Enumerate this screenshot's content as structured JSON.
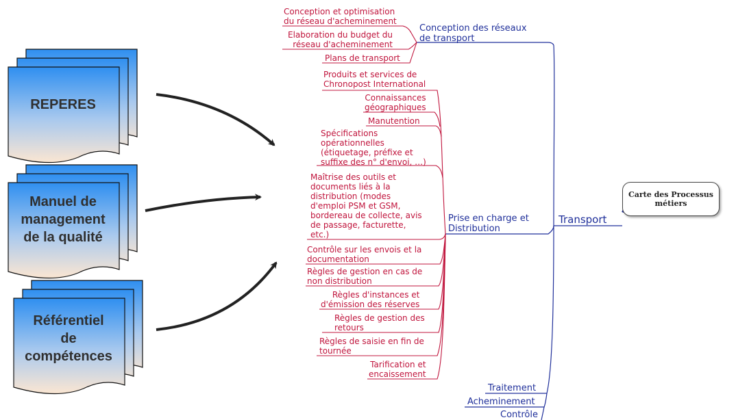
{
  "documents": {
    "reperes": "REPERES",
    "manuel": [
      "Manuel de",
      "management",
      "de la qualité"
    ],
    "referentiel": [
      "Référentiel",
      "de",
      "compétences"
    ]
  },
  "map": {
    "root": [
      "Carte des Processus",
      "métiers"
    ],
    "main_branch": "Transport",
    "conception": {
      "title": [
        "Conception des réseaux",
        "de transport"
      ],
      "children": [
        [
          "Conception et optimisation",
          "du réseau d'acheminement"
        ],
        [
          "Elaboration du budget du",
          "réseau d'acheminement"
        ],
        [
          "Plans de transport"
        ]
      ]
    },
    "prise": {
      "title": [
        "Prise en charge et",
        "Distribution"
      ],
      "children": [
        [
          "Produits et services de",
          "Chronopost International"
        ],
        [
          "Connaissances",
          "géographiques"
        ],
        [
          "Manutention"
        ],
        [
          "Spécifications",
          "opérationnelles",
          "(étiquetage, préfixe et",
          "suffixe des n° d'envoi, …)"
        ],
        [
          "Maîtrise des outils et",
          "documents liés à la",
          "distribution (modes",
          "d'emploi PSM et GSM,",
          "bordereau de collecte, avis",
          "de passage, facturette,",
          "etc.)"
        ],
        [
          "Contrôle sur les envois et la",
          "documentation"
        ],
        [
          "Règles de gestion en cas de",
          "non distribution"
        ],
        [
          "Règles d'instances et",
          "d'émission des réserves"
        ],
        [
          "Règles de gestion des",
          "retours"
        ],
        [
          "Règles de saisie en fin de",
          "tournée"
        ],
        [
          "Tarification et",
          "encaissement"
        ]
      ]
    },
    "other_branches": [
      "Traitement",
      "Acheminement",
      "Contrôle"
    ]
  },
  "colors": {
    "doc_gradient_top": "#2f8ff0",
    "doc_gradient_bottom": "#fbe6d2",
    "red_branch": "#c0143c",
    "blue_branch": "#1f2f9a",
    "arrow": "#222222"
  }
}
